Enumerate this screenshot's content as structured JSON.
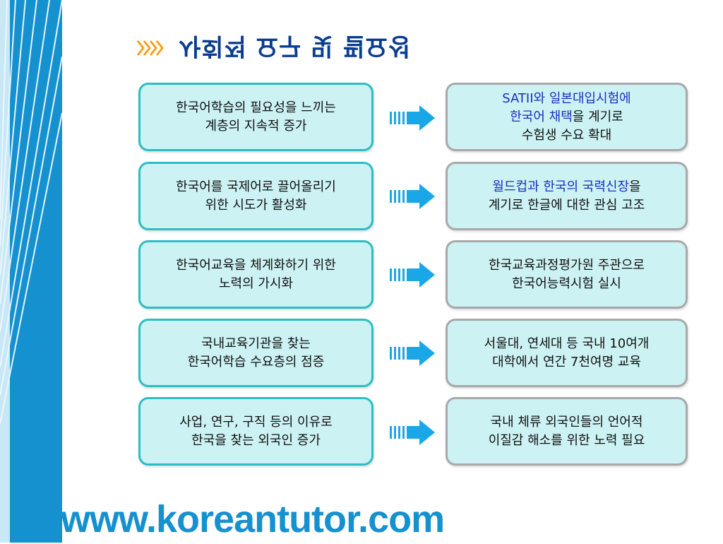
{
  "slide": {
    "title": "사회적 요구 및 필요성",
    "rows": [
      {
        "left": [
          "한국어학습의 필요성을 느끼는",
          "계층의 지속적 증가"
        ],
        "right": [
          [
            {
              "t": "SATII와 일본대입시험에",
              "hl": true
            }
          ],
          [
            {
              "t": "한국어 채택",
              "hl": true
            },
            {
              "t": "을 계기로",
              "hl": false
            }
          ],
          [
            {
              "t": "수험생 수요 확대",
              "hl": false
            }
          ]
        ]
      },
      {
        "left": [
          "한국어를 국제어로 끌어올리기",
          "위한 시도가 활성화"
        ],
        "right": [
          [
            {
              "t": "월드컵과 한국의 국력신장",
              "hl": true
            },
            {
              "t": "을",
              "hl": false
            }
          ],
          [
            {
              "t": "계기로 한글에 대한 관심 고조",
              "hl": false
            }
          ]
        ]
      },
      {
        "left": [
          "한국어교육을 체계화하기 위한",
          "노력의 가시화"
        ],
        "right": [
          [
            {
              "t": "한국교육과정평가원 주관으로",
              "hl": false
            }
          ],
          [
            {
              "t": "한국어능력시험 실시",
              "hl": false
            }
          ]
        ]
      },
      {
        "left": [
          "국내교육기관을 찾는",
          "한국어학습 수요층의 점증"
        ],
        "right": [
          [
            {
              "t": "서울대, 연세대 등 국내 10여개",
              "hl": false
            }
          ],
          [
            {
              "t": "대학에서 연간 7천여명 교육",
              "hl": false
            }
          ]
        ]
      },
      {
        "left": [
          "사업, 연구, 구직 등의 이유로",
          "한국을 찾는 외국인 증가"
        ],
        "right": [
          [
            {
              "t": "국내 체류 외국인들의 언어적",
              "hl": false
            }
          ],
          [
            {
              "t": "이질감 해소를 위한 노력 필요",
              "hl": false
            }
          ]
        ]
      }
    ]
  },
  "footer": {
    "logo": "www.koreantutor.com"
  },
  "colors": {
    "accent_blue": "#1591cf",
    "title_navy": "#0a3d8f",
    "highlight_blue": "#1a2fc0",
    "chevron_orange": "#f4a21a",
    "box_fill": "#ccf2f4",
    "box_border_left": "#2bbfc4",
    "box_border_right": "#a9a9a9",
    "arrow_blue": "#1aa7e8"
  },
  "icons": {
    "title_marker": "chevrons-right-icon",
    "row_arrow": "arrow-right-icon"
  }
}
